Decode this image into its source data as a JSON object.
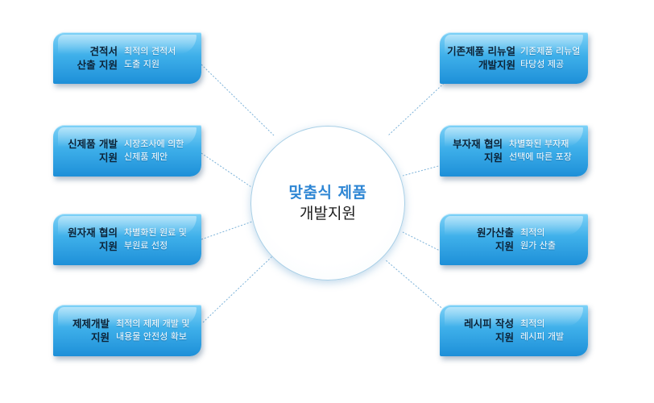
{
  "hub": {
    "line1": "맞춤식 제품",
    "line2": "개발지원"
  },
  "cards": {
    "estimate": {
      "title": [
        "견적서",
        "산출 지원"
      ],
      "desc": [
        "최적의 견적서",
        "도출 지원"
      ]
    },
    "newprod": {
      "title": [
        "신제품 개발",
        "지원"
      ],
      "desc": [
        "시장조사에 의한",
        "신제품 제안"
      ]
    },
    "material": {
      "title": [
        "원자재 협의",
        "지원"
      ],
      "desc": [
        "차별화된 원료 및",
        "부원료 선정"
      ]
    },
    "dev": {
      "title": [
        "제제개발",
        "지원"
      ],
      "desc": [
        "최적의 제제 개발 및",
        "내용물 안전성 확보"
      ]
    },
    "renewal": {
      "title": [
        "기존제품 리뉴얼",
        "개발지원"
      ],
      "desc": [
        "기존제품 리뉴얼",
        "타당성 제공"
      ]
    },
    "subsupply": {
      "title": [
        "부자재 협의",
        "지원"
      ],
      "desc": [
        "차별화된 부자재",
        "선택에 따른 포장"
      ]
    },
    "cost": {
      "title": [
        "원가산출",
        "지원"
      ],
      "desc": [
        "최적의",
        "원가 산출"
      ]
    },
    "recipe": {
      "title": [
        "레시피 작성",
        "지원"
      ],
      "desc": [
        "최적의",
        "레시피 개발"
      ]
    }
  }
}
